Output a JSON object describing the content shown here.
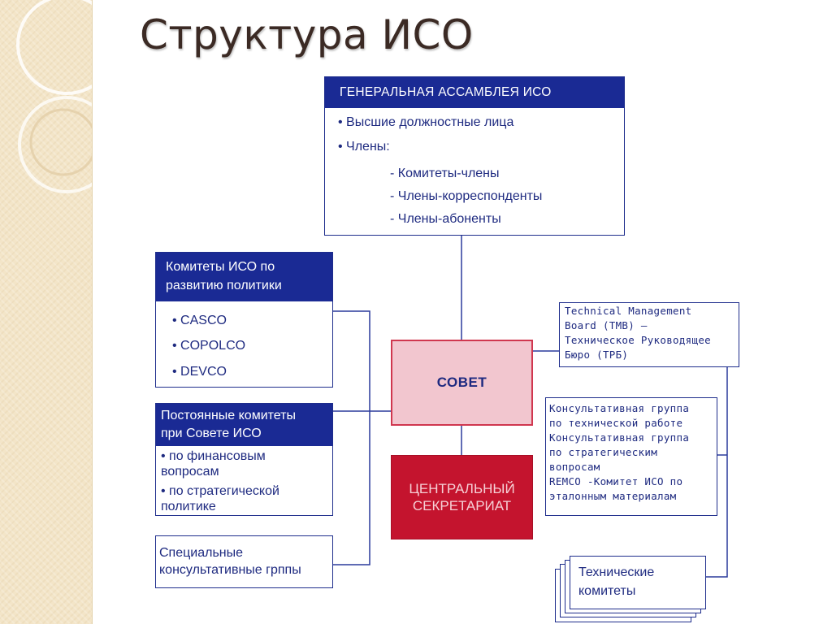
{
  "title": "Структура ИСО",
  "assembly": {
    "header": "ГЕНЕРАЛЬНАЯ АССАМБЛЕЯ ИСО",
    "items": [
      "Высшие должностные лица",
      "Члены:"
    ],
    "subitems": [
      "- Комитеты-члены",
      "- Члены-корреспонденты",
      "- Члены-абоненты"
    ]
  },
  "policy": {
    "header_lines": [
      "Комитеты ИСО по",
      "развитию политики"
    ],
    "items": [
      "CASCO",
      "COPOLCO",
      "DEVCO"
    ]
  },
  "standing": {
    "header_lines": [
      "Постоянные комитеты",
      "при Совете ИСО"
    ],
    "items": [
      [
        "по финансовым",
        "вопросам"
      ],
      [
        "по стратегической",
        "политике"
      ]
    ]
  },
  "special": {
    "lines": [
      "Специальные",
      "консультативные грппы"
    ]
  },
  "council": {
    "label": "СОВЕТ"
  },
  "secretariat": {
    "lines": [
      "ЦЕНТРАЛЬНЫЙ",
      "СЕКРЕТАРИАТ"
    ]
  },
  "tmb": {
    "lines": [
      "Technical Management",
      "Board (TMB) –",
      "Техническое Руководящее",
      "Бюро (ТРБ)"
    ]
  },
  "advisory": {
    "lines": [
      "Консультативная группа",
      "по технической работе",
      "Консультативная группа",
      "по стратегическим",
      "вопросам",
      "REMCO -Комитет ИСО по",
      "эталонным материалам"
    ]
  },
  "tech_committees": {
    "lines": [
      "Технические",
      "комитеты"
    ]
  },
  "colors": {
    "navy": "#1a2a94",
    "council_fill": "#f2c6cf",
    "council_border": "#d0374f",
    "secretariat_fill": "#c4142e"
  }
}
